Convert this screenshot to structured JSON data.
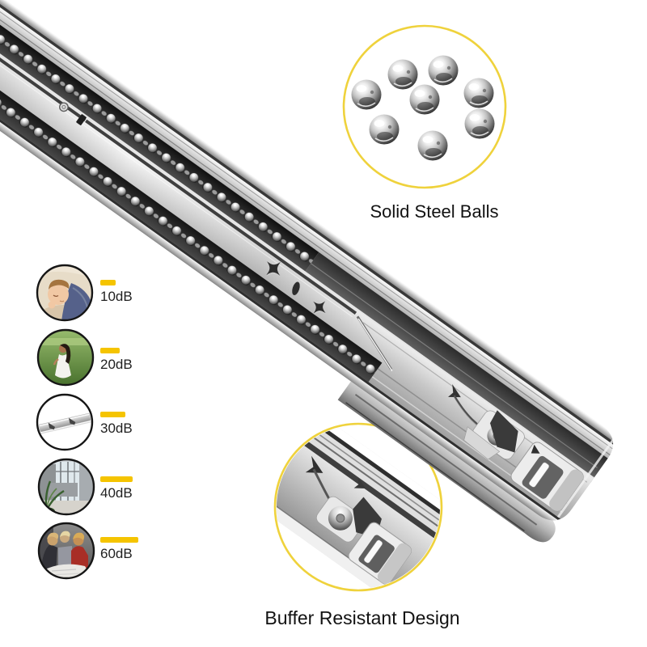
{
  "image": {
    "type": "product-infographic",
    "subject": "full extension ball bearing drawer slide"
  },
  "callouts": {
    "steel_balls": {
      "label": "Solid Steel Balls",
      "ball_count": 8
    },
    "buffer": {
      "label": "Buffer Resistant Design"
    }
  },
  "noise_scale": {
    "items": [
      {
        "label": "10dB",
        "scene": "child-sleeping",
        "bar_style": "width:19px"
      },
      {
        "label": "20dB",
        "scene": "woman-walking-in-meadow",
        "bar_style": "width:24px"
      },
      {
        "label": "30dB",
        "scene": "drawer-slide-on-white",
        "bar_style": "width:31px"
      },
      {
        "label": "40dB",
        "scene": "office-interior-with-plant",
        "bar_style": "width:40px"
      },
      {
        "label": "60dB",
        "scene": "people-talking-at-table",
        "bar_style": "width:47px"
      }
    ]
  },
  "colors": {
    "bar_yellow": "#F5C400",
    "circle_outline_yellow": "#EFD23C",
    "caption_text": "#121212"
  }
}
